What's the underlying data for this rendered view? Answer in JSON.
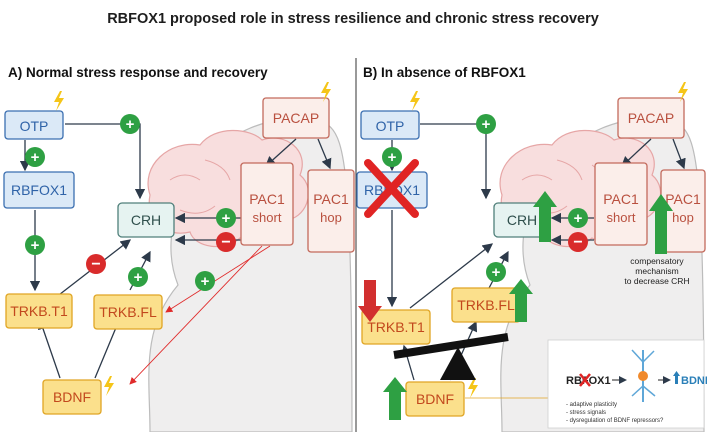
{
  "title": "RBFOX1 proposed role in stress resilience and chronic stress recovery",
  "panel_a": {
    "title": "A)  Normal stress response and recovery",
    "otp": "OTP",
    "pacap": "PACAP",
    "rbfox1": "RBFOX1",
    "crh": "CRH",
    "pac1_short": [
      "PAC1",
      "short"
    ],
    "pac1_hop": [
      "PAC1",
      "hop"
    ],
    "trkb_t1": "TRKB.T1",
    "trkb_fl": "TRKB.FL",
    "bdnf": "BDNF"
  },
  "panel_b": {
    "title": "B)       In absence of RBFOX1",
    "otp": "OTP",
    "pacap": "PACAP",
    "rbfox1": "RBFOX1",
    "crh": "CRH",
    "pac1_short": [
      "PAC1",
      "short"
    ],
    "pac1_hop": [
      "PAC1",
      "hop"
    ],
    "trkb_t1": "TRKB.T1",
    "trkb_fl": "TRKB.FL",
    "bdnf": "BDNF",
    "compensation_note": [
      "compensatory",
      "mechanism",
      "to decrease CRH"
    ],
    "inset": {
      "rbfox1": "RBFOX1",
      "bdnf": "BDNF",
      "bullets": [
        "- adaptive plasticity",
        "- stress signals",
        "- dysregulation of BDNF repressors?"
      ]
    }
  },
  "symbols": {
    "plus": "+",
    "minus": "−"
  },
  "colors": {
    "blue": "#3b6fb1",
    "red_box": "#c36a5c",
    "yellow": "#fbe08c",
    "green": "#2ea043",
    "minus_red": "#d92b2b",
    "down_arrow": "#d22f2f"
  },
  "icons": [
    "lightning-icon",
    "brain-illustration",
    "head-silhouette",
    "cross-icon",
    "seesaw",
    "neuron-icon",
    "up-arrow-icon",
    "down-arrow-icon"
  ]
}
